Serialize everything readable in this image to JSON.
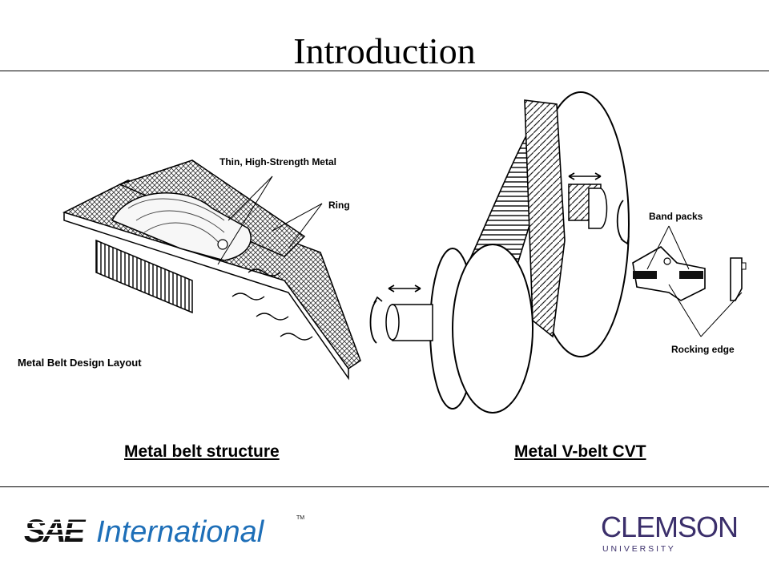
{
  "slide": {
    "title": "Introduction"
  },
  "figure_left": {
    "label_thin_metal": "Thin, High-Strength Metal",
    "label_ring": "Ring",
    "label_layout": "Metal Belt Design Layout",
    "caption": "Metal belt structure"
  },
  "figure_right": {
    "label_band_packs": "Band packs",
    "label_rocking_edge": "Rocking edge",
    "caption": "Metal V-belt CVT"
  },
  "footer": {
    "sae_logo_text_bold": "SAE",
    "sae_logo_text_italic": "International",
    "sae_logo_tm": "TM",
    "clemson_name": "CLEMSON",
    "clemson_sub": "U N I V E R S I T Y"
  }
}
